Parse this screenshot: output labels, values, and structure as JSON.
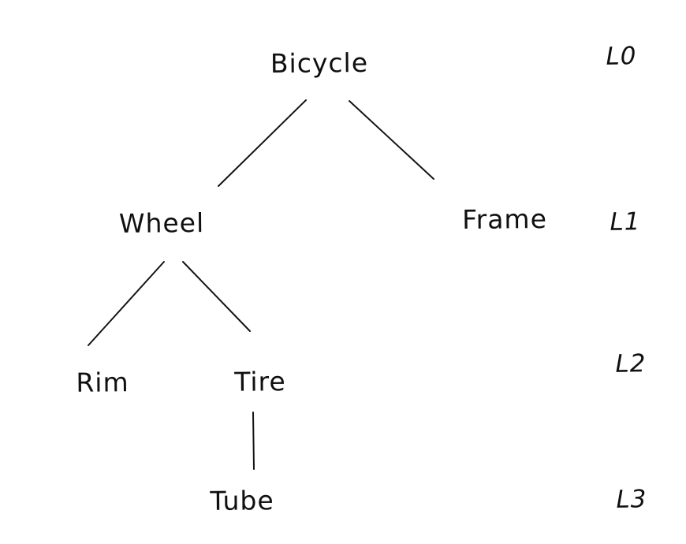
{
  "diagram": {
    "kind": "tree",
    "ink_color": "#141414",
    "background_color": "#ffffff",
    "nodes": {
      "bicycle": {
        "label": "Bicycle",
        "level": "L0"
      },
      "wheel": {
        "label": "Wheel",
        "level": "L1"
      },
      "frame": {
        "label": "Frame",
        "level": "L1"
      },
      "rim": {
        "label": "Rim",
        "level": "L2"
      },
      "tire": {
        "label": "Tire",
        "level": "L2"
      },
      "tube": {
        "label": "Tube",
        "level": "L3"
      }
    },
    "edges": [
      {
        "from": "Bicycle",
        "to": "Wheel"
      },
      {
        "from": "Bicycle",
        "to": "Frame"
      },
      {
        "from": "Wheel",
        "to": "Rim"
      },
      {
        "from": "Wheel",
        "to": "Tire"
      },
      {
        "from": "Tire",
        "to": "Tube"
      }
    ],
    "level_labels": {
      "l0": "L0",
      "l1": "L1",
      "l2": "L2",
      "l3": "L3"
    }
  }
}
